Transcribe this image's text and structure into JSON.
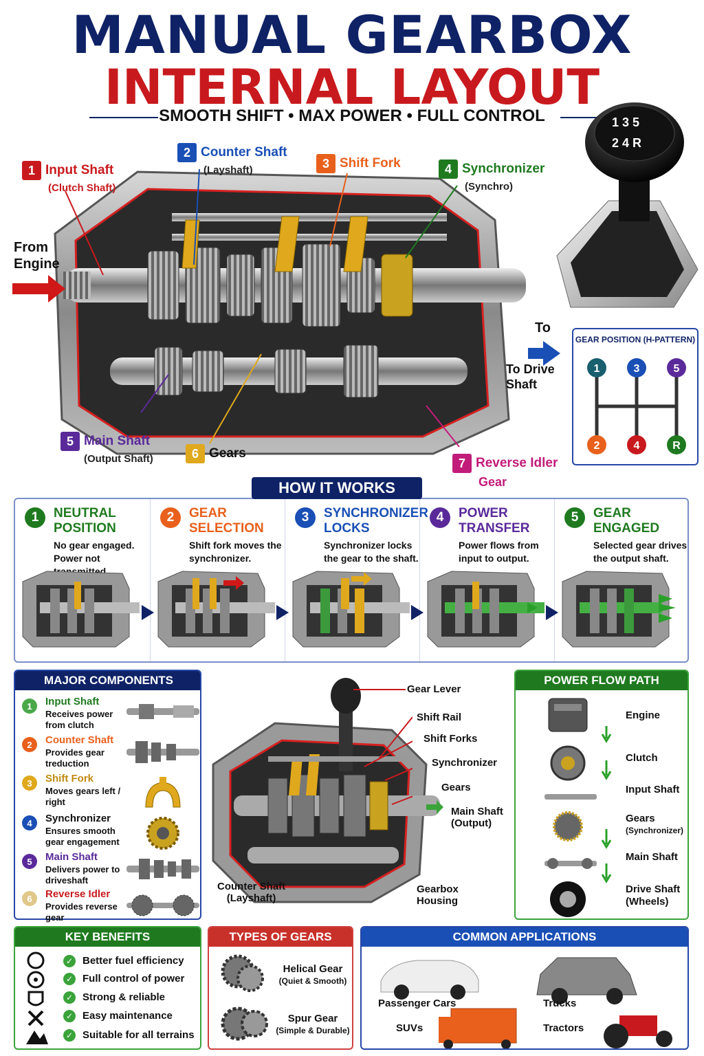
{
  "title": {
    "line1": "MANUAL GEARBOX",
    "line2": "INTERNAL LAYOUT",
    "tagline": "SMOOTH SHIFT • MAX POWER • FULL CONTROL"
  },
  "colors": {
    "navy": "#0f2266",
    "red": "#c81a1e",
    "blue": "#1a4fb5",
    "orange": "#e8601c",
    "green": "#1f7a1f",
    "purple": "#5a2a9a",
    "gold": "#e0a81c",
    "magenta": "#c21c7a",
    "teal": "#1a5f6e"
  },
  "main_diagram": {
    "from_engine": "From Engine",
    "to_drive_top": "To",
    "to_drive_bottom": "To Drive Shaft",
    "labels": [
      {
        "n": "1",
        "name": "Input Shaft",
        "sub": "(Clutch Shaft)"
      },
      {
        "n": "2",
        "name": "Counter Shaft",
        "sub": "(Layshaft)"
      },
      {
        "n": "3",
        "name": "Shift Fork",
        "sub": ""
      },
      {
        "n": "4",
        "name": "Synchronizer",
        "sub": "(Synchro)"
      },
      {
        "n": "5",
        "name": "Main Shaft",
        "sub": "(Output Shaft)"
      },
      {
        "n": "6",
        "name": "Gears",
        "sub": ""
      },
      {
        "n": "7",
        "name": "Reverse Idler",
        "sub": "Gear"
      }
    ]
  },
  "knob": {
    "top_row": "1 3 5",
    "bottom_row": "2 4 R"
  },
  "h_pattern": {
    "title": "GEAR POSITION (H-PATTERN)",
    "top": [
      "1",
      "3",
      "5"
    ],
    "bottom": [
      "2",
      "4",
      "R"
    ]
  },
  "how_it_works": {
    "title": "HOW IT WORKS",
    "steps": [
      {
        "n": "1",
        "title": "NEUTRAL POSITION",
        "desc": "No gear engaged. Power not transmitted."
      },
      {
        "n": "2",
        "title": "GEAR SELECTION",
        "desc": "Shift fork moves the synchronizer."
      },
      {
        "n": "3",
        "title": "SYNCHRONIZER LOCKS",
        "desc": "Synchronizer locks the gear to the shaft."
      },
      {
        "n": "4",
        "title": "POWER TRANSFER",
        "desc": "Power flows from input to output."
      },
      {
        "n": "5",
        "title": "GEAR ENGAGED",
        "desc": "Selected gear drives the output shaft."
      }
    ]
  },
  "major_components": {
    "title": "MAJOR COMPONENTS",
    "items": [
      {
        "n": "1",
        "name": "Input Shaft",
        "desc": "Receives power from clutch"
      },
      {
        "n": "2",
        "name": "Counter Shaft",
        "desc": "Provides gear treduction"
      },
      {
        "n": "3",
        "name": "Shift Fork",
        "desc": "Moves gears left / right"
      },
      {
        "n": "4",
        "name": "Synchronizer",
        "desc": "Ensures smooth gear engagement"
      },
      {
        "n": "5",
        "name": "Main Shaft",
        "desc": "Delivers power to driveshaft"
      },
      {
        "n": "6",
        "name": "Reverse Idler",
        "desc": "Provides reverse gear"
      }
    ]
  },
  "center_callouts": {
    "gear_lever": "Gear Lever",
    "shift_rail": "Shift Rail",
    "shift_forks": "Shift Forks",
    "synchronizer": "Synchronizer",
    "gears": "Gears",
    "main_shaft": "Main Shaft",
    "main_shaft_sub": "(Output)",
    "counter_shaft": "Counter Shaft",
    "counter_shaft_sub": "(Layshaft)",
    "housing": "Gearbox",
    "housing_sub": "Housing"
  },
  "power_flow": {
    "title": "POWER FLOW PATH",
    "items": [
      {
        "name": "Engine",
        "sub": ""
      },
      {
        "name": "Clutch",
        "sub": ""
      },
      {
        "name": "Input Shaft",
        "sub": ""
      },
      {
        "name": "Gears",
        "sub": "(Synchronizer)"
      },
      {
        "name": "Main Shaft",
        "sub": ""
      },
      {
        "name": "Drive Shaft",
        "sub": "(Wheels)"
      }
    ]
  },
  "key_benefits": {
    "title": "KEY BENEFITS",
    "items": [
      "Better fuel efficiency",
      "Full control of power",
      "Strong & reliable",
      "Easy maintenance",
      "Suitable for all terrains"
    ]
  },
  "types_of_gears": {
    "title": "TYPES OF GEARS",
    "items": [
      {
        "name": "Helical Gear",
        "sub": "(Quiet & Smooth)"
      },
      {
        "name": "Spur Gear",
        "sub": "(Simple & Durable)"
      }
    ]
  },
  "applications": {
    "title": "COMMON APPLICATIONS",
    "items": [
      "Passenger Cars",
      "Trucks",
      "SUVs",
      "Tractors"
    ]
  }
}
